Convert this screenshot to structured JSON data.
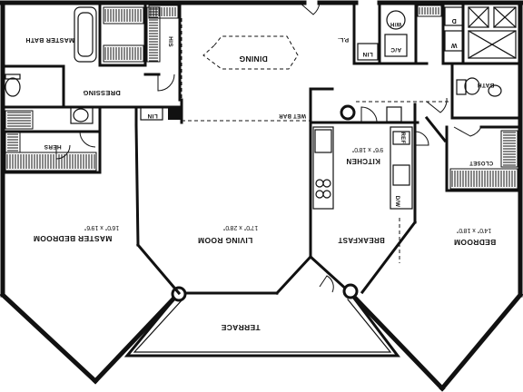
{
  "plan": {
    "rooms": {
      "master_bedroom": {
        "name": "MASTER BEDROOM",
        "dims": "16'0\" x 19'6\""
      },
      "living_room": {
        "name": "LIVING ROOM",
        "dims": "17'0\" x 28'0\""
      },
      "breakfast": {
        "name": "BREAKFAST"
      },
      "bedroom": {
        "name": "BEDROOM",
        "dims": "14'0\" x 18'0\""
      },
      "kitchen": {
        "name": "KITCHEN",
        "dims": "9'6\" x 18'0\""
      },
      "dining": {
        "name": "DINING"
      },
      "dressing": {
        "name": "DRESSING"
      },
      "master_bath": {
        "name": "MASTER BATH"
      },
      "his": {
        "name": "HIS"
      },
      "hers": {
        "name": "HERS"
      },
      "bath": {
        "name": "BATH"
      },
      "closet": {
        "name": "CLOSET"
      },
      "terrace": {
        "name": "TERRACE"
      }
    },
    "fixtures": {
      "wet_bar": "WET BAR",
      "lin_dressing": "LIN",
      "lin_entry": "LIN",
      "pl": "P.L.",
      "wh": "W/H",
      "ac": "A/C",
      "dryer": "D",
      "washer": "W",
      "dw": "D/W",
      "ref": "REF"
    },
    "colors": {
      "ink": "#111111",
      "paper": "#ffffff"
    }
  }
}
